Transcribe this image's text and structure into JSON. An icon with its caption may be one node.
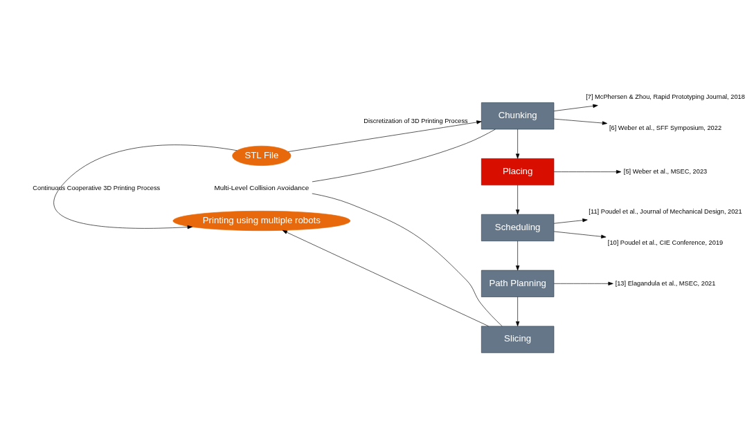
{
  "diagram": {
    "nodes": [
      {
        "text": [
          "STL File"
        ]
      },
      {
        "text": [
          "Chunking"
        ]
      },
      {
        "text": [
          "Placing"
        ]
      },
      {
        "text": [
          "Scheduling"
        ]
      },
      {
        "text": [
          "Path Planning"
        ]
      },
      {
        "text": [
          "Slicing"
        ]
      },
      {
        "text": [
          "Printing using multiple robots"
        ]
      },
      {
        "text": [
          "Multi-Level Collision Avoidance"
        ]
      },
      {
        "text": [
          "[7] McPhersen & Zhou, Rapid Prototyping Journal, 2018"
        ]
      },
      {
        "text": [
          "[6] Weber et al., SFF Symposium, 2022"
        ]
      },
      {
        "text": [
          "[5] Weber et al., MSEC, 2023"
        ]
      },
      {
        "text": [
          "[10] Poudel et al., CIE Conference, 2019"
        ]
      },
      {
        "text": [
          "[11] Poudel et al., Journal of Mechanical Design, 2021"
        ]
      },
      {
        "text": [
          "[13] Elagandula et al., MSEC, 2021"
        ]
      }
    ],
    "edges": [
      {
        "from": 0,
        "to": 1,
        "arrow": "to",
        "label": "Discretization of 3D Printing Process"
      },
      {
        "from": 0,
        "to": 6,
        "arrow": "to",
        "label": "Continuous Cooperative 3D Printing Process"
      },
      {
        "from": 1,
        "to": 2,
        "arrow": "to"
      },
      {
        "from": 2,
        "to": 3,
        "arrow": "to"
      },
      {
        "from": 3,
        "to": 4,
        "arrow": "to"
      },
      {
        "from": 4,
        "to": 5,
        "arrow": "to"
      },
      {
        "from": 5,
        "to": 6,
        "arrow": "to"
      },
      {
        "from": 7,
        "to": 1,
        "arrow": "none"
      },
      {
        "from": 7,
        "to": 5,
        "arrow": "none"
      },
      {
        "from": 1,
        "to": 8,
        "arrow": "to"
      },
      {
        "from": 1,
        "to": 9,
        "arrow": "to"
      },
      {
        "from": 2,
        "to": 10,
        "arrow": "to"
      },
      {
        "from": 3,
        "to": 11,
        "arrow": "to"
      },
      {
        "from": 3,
        "to": 12,
        "arrow": "to"
      },
      {
        "from": 4,
        "to": 13,
        "arrow": "to"
      }
    ]
  }
}
